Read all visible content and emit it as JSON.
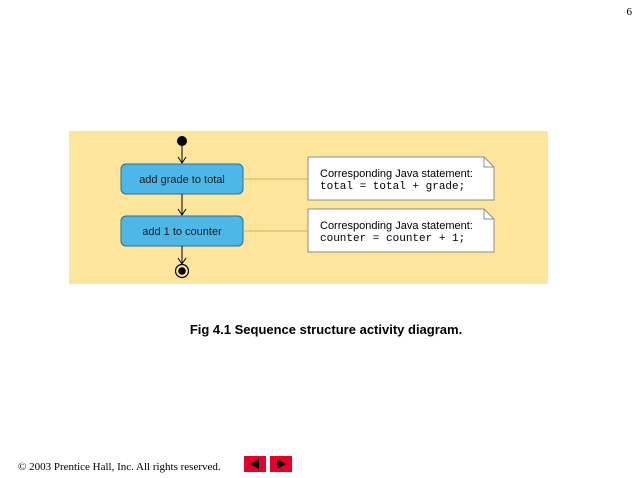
{
  "page_number": "6",
  "diagram": {
    "activities": [
      {
        "label": "add grade to total"
      },
      {
        "label": "add 1 to counter"
      }
    ],
    "notes": [
      {
        "heading": "Corresponding Java statement:",
        "code": "total = total + grade;"
      },
      {
        "heading": "Corresponding Java statement:",
        "code": "counter = counter + 1;"
      }
    ],
    "colors": {
      "panel": "#fde59b",
      "activity_fill": "#4db8e8",
      "node": "#000000"
    }
  },
  "caption": "Fig 4.1  Sequence structure activity diagram.",
  "footer": {
    "copyright": "© 2003 Prentice Hall, Inc.  All rights reserved.",
    "prev_icon": "left-arrow-icon",
    "next_icon": "right-arrow-icon"
  }
}
